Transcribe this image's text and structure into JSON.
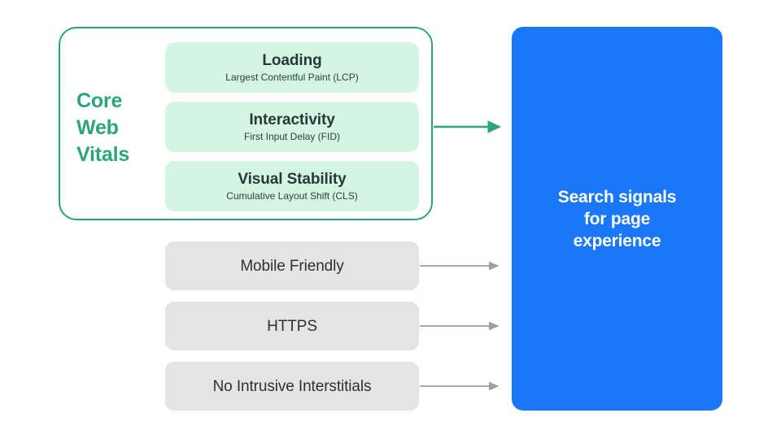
{
  "diagram": {
    "title": "Core Web Vitals and Search signals for page experience",
    "colors": {
      "green_accent": "#2AA57B",
      "green_card": "#D4F5E2",
      "blue_panel": "#1A78F8",
      "gray_card": "#E4E4E4",
      "gray_arrow": "#9AA0A6",
      "text_dark": "#27383A",
      "text_white": "#FFFFFF",
      "background": "#FFFFFF"
    }
  },
  "core_web_vitals": {
    "group_label": "Core\nWeb\nVitals",
    "metrics": [
      {
        "title": "Loading",
        "subtitle": "Largest Contentful Paint (LCP)"
      },
      {
        "title": "Interactivity",
        "subtitle": "First Input Delay (FID)"
      },
      {
        "title": "Visual Stability",
        "subtitle": "Cumulative Layout Shift (CLS)"
      }
    ]
  },
  "other_signals": [
    {
      "label": "Mobile Friendly"
    },
    {
      "label": "HTTPS"
    },
    {
      "label": "No Intrusive Interstitials"
    }
  ],
  "outcome": {
    "label": "Search signals\nfor page\nexperience"
  },
  "connectors": [
    {
      "name": "core-web-vitals-arrow",
      "color": "#2AA57B",
      "from": "core-web-vitals-group",
      "to": "outcome-panel"
    },
    {
      "name": "mobile-friendly-arrow",
      "color": "#9AA0A6",
      "from": "signal-mobile-friendly",
      "to": "outcome-panel"
    },
    {
      "name": "https-arrow",
      "color": "#9AA0A6",
      "from": "signal-https",
      "to": "outcome-panel"
    },
    {
      "name": "no-intrusive-interstitials-arrow",
      "color": "#9AA0A6",
      "from": "signal-no-intrusive-interstitials",
      "to": "outcome-panel"
    }
  ]
}
